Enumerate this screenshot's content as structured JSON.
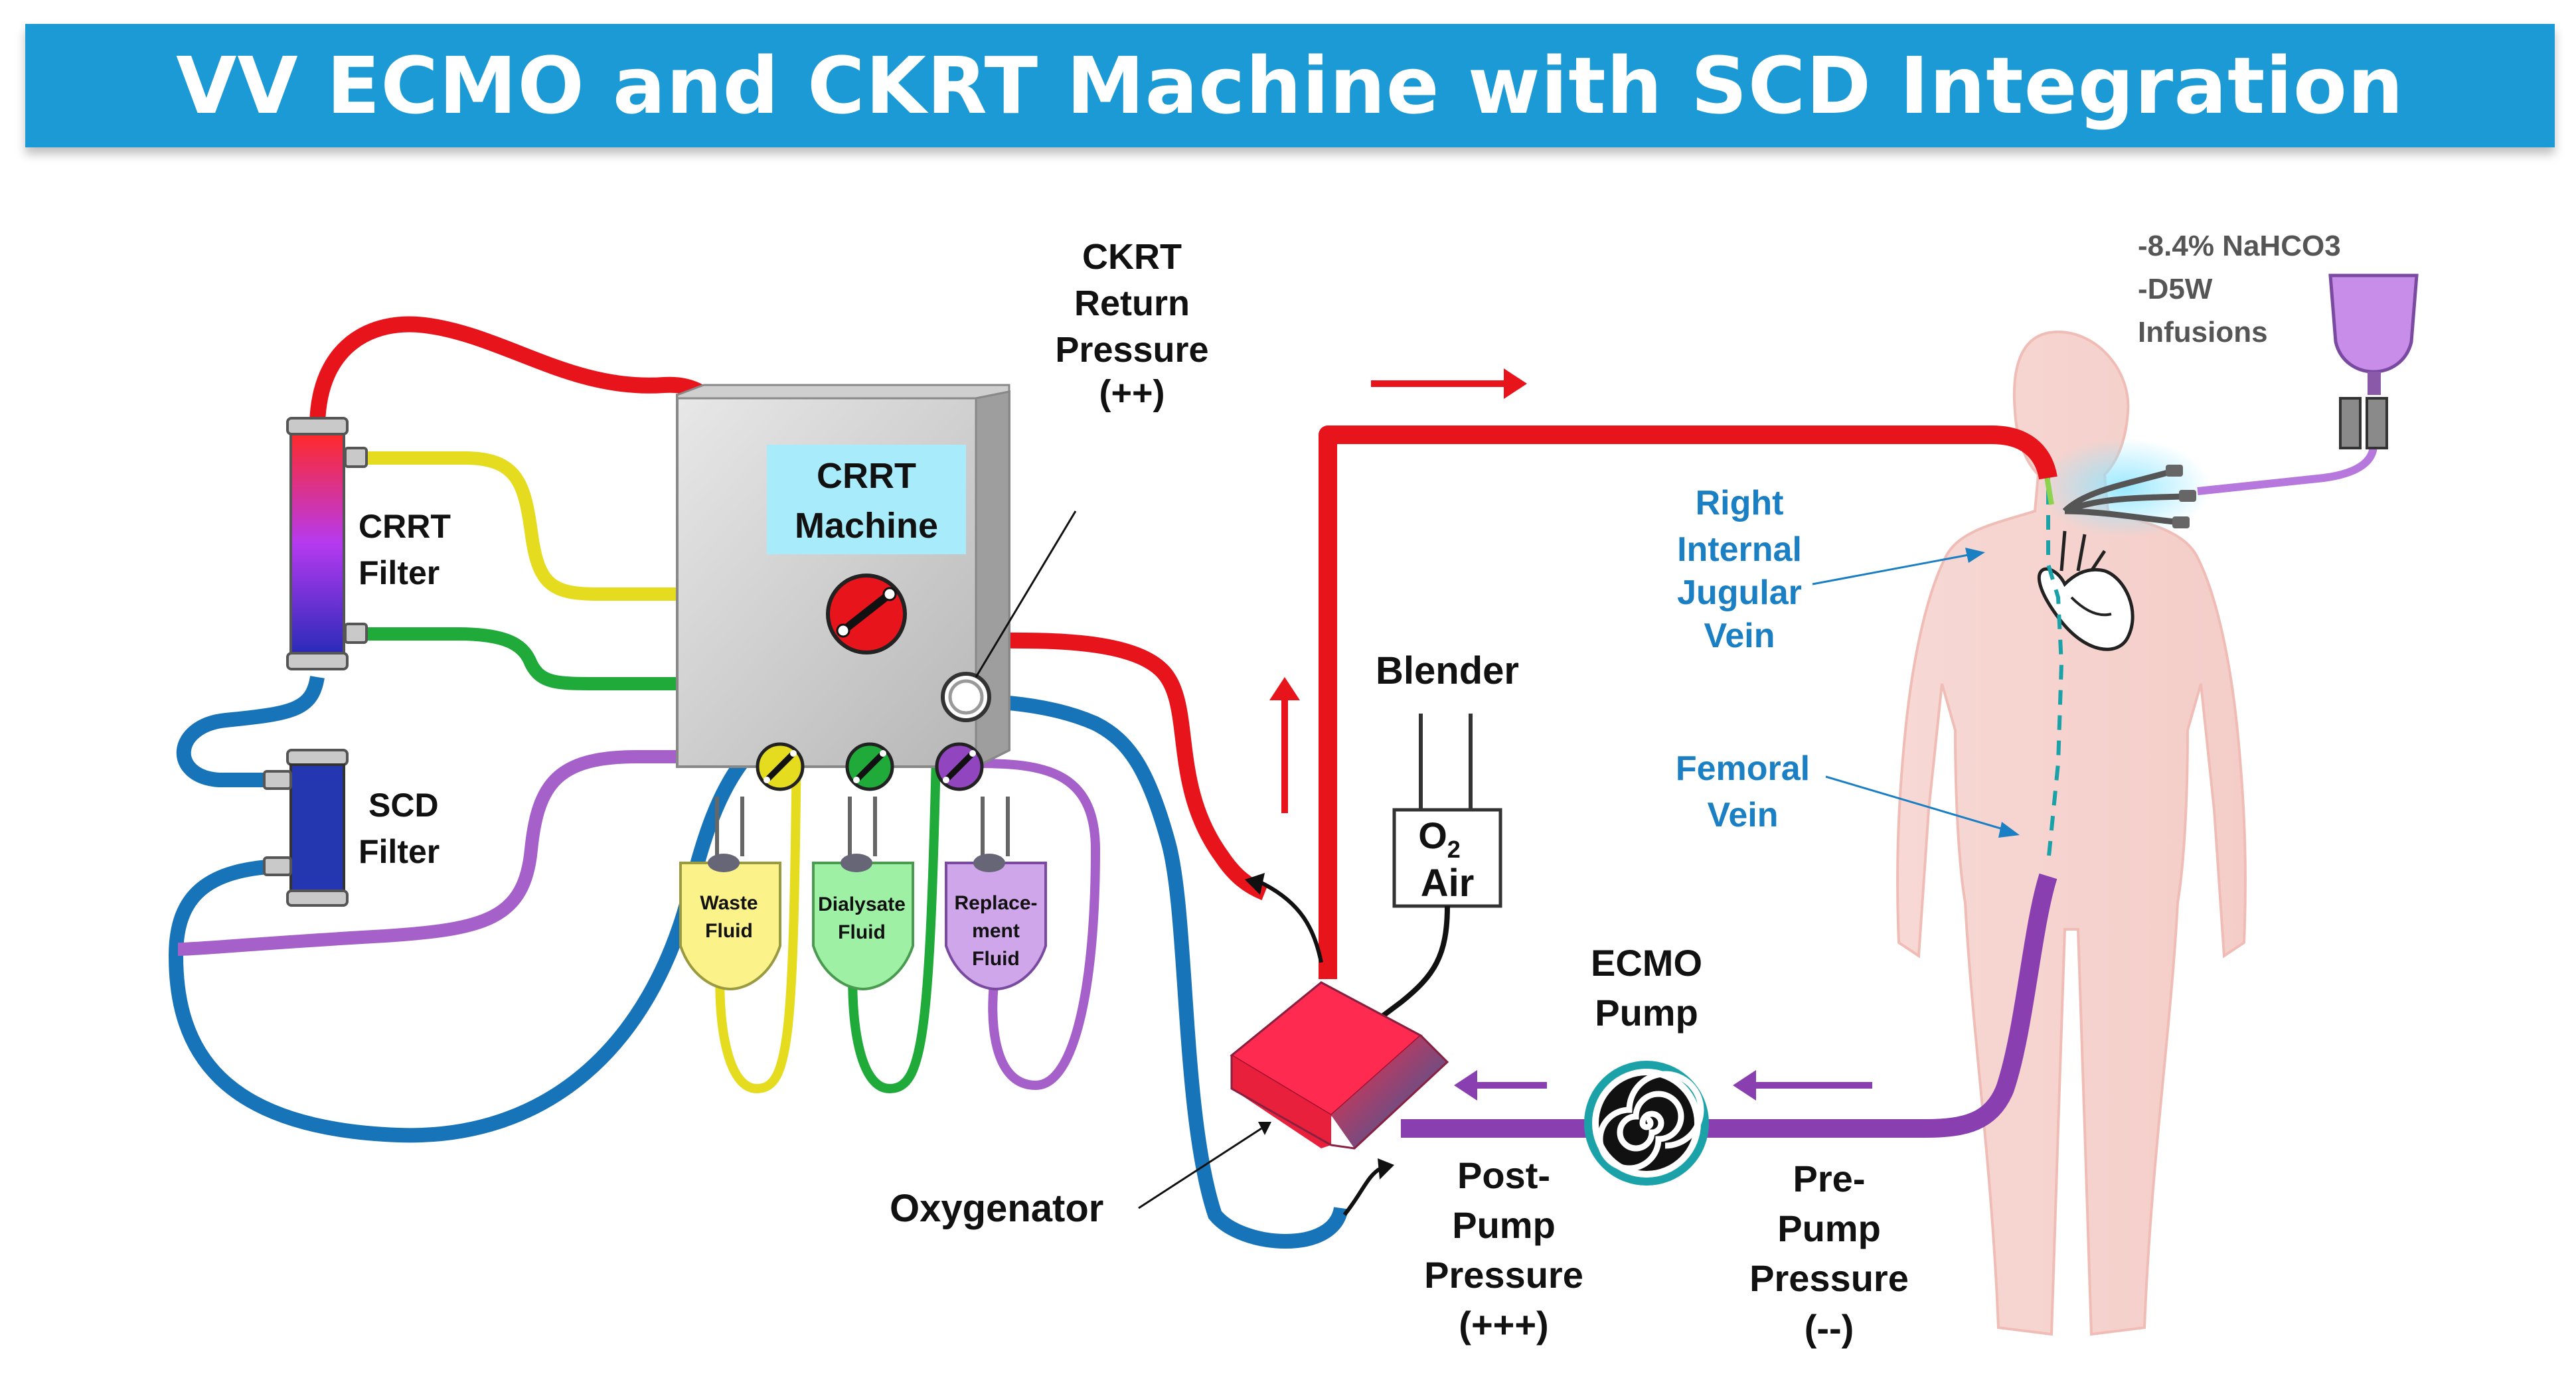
{
  "title": "VV ECMO and CKRT Machine with SCD Integration",
  "crrt_machine": {
    "line1": "CRRT",
    "line2": "Machine"
  },
  "crrt_filter": {
    "line1": "CRRT",
    "line2": "Filter"
  },
  "scd_filter": {
    "line1": "SCD",
    "line2": "Filter"
  },
  "bags": {
    "waste": {
      "line1": "Waste",
      "line2": "Fluid"
    },
    "dialysate": {
      "line1": "Dialysate",
      "line2": "Fluid"
    },
    "replacement": {
      "line1": "Replace-",
      "line2": "ment",
      "line3": "Fluid"
    }
  },
  "ckrt_return": {
    "line1": "CKRT",
    "line2": "Return",
    "line3": "Pressure",
    "line4": "(++)"
  },
  "blender": {
    "label": "Blender",
    "o2_main": "O",
    "o2_sub": "2",
    "air": "Air"
  },
  "oxygenator": "Oxygenator",
  "ecmo_pump": {
    "line1": "ECMO",
    "line2": "Pump"
  },
  "post_pump": {
    "line1": "Post-",
    "line2": "Pump",
    "line3": "Pressure",
    "line4": "(+++)"
  },
  "pre_pump": {
    "line1": "Pre-",
    "line2": "Pump",
    "line3": "Pressure",
    "line4": "(--)"
  },
  "infusions": {
    "line1": "-8.4% NaHCO3",
    "line2": "-D5W",
    "line3": "Infusions"
  },
  "rij": {
    "line1": "Right",
    "line2": "Internal",
    "line3": "Jugular",
    "line4": "Vein"
  },
  "femoral": {
    "line1": "Femoral",
    "line2": "Vein"
  },
  "colors": {
    "header": "#1b9ad6",
    "red_line": "#e8141b",
    "blue_line": "#1874b8",
    "purple_line": "#8a3fb0",
    "yellow_line": "#e6dc1f",
    "green_line": "#1faa3a",
    "label_blue": "#1b7fc4"
  }
}
